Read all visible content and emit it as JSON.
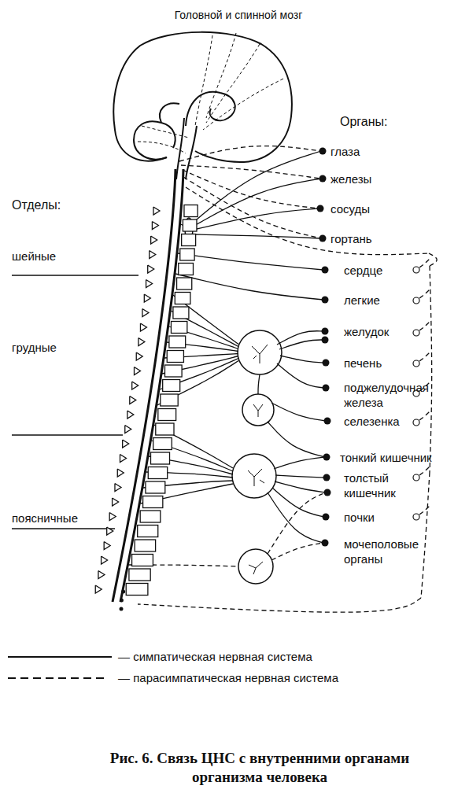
{
  "diagram": {
    "title": "Головной и спинной мозг",
    "caption": "Рис. 6. Связь ЦНС с внутренними органами организма человека",
    "labels": [
      "Органы:",
      "глаза",
      "железы",
      "сосуды",
      "гортань",
      "Отделы:",
      "шейные",
      "сердце",
      "легкие",
      "грудные",
      "желудок",
      "печень",
      "поджелудочная железа",
      "селезенка",
      "тонкий кишечник",
      "толстый кишечник",
      "почки",
      "поясничные",
      "мочеполовые органы"
    ],
    "legend": [
      {
        "text": "— симпатическая нервная система"
      },
      {
        "text": "— парасимпатическая нервная система"
      }
    ]
  }
}
